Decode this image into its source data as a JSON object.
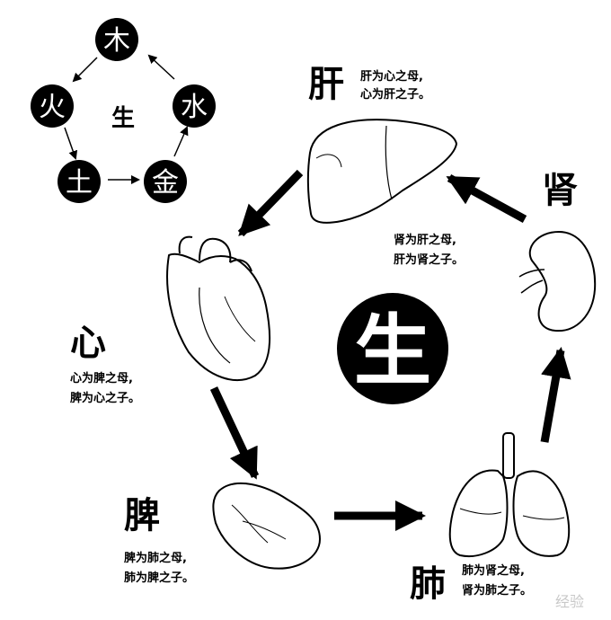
{
  "small_cycle": {
    "nodes": [
      "木",
      "水",
      "金",
      "土",
      "火"
    ],
    "center": "生"
  },
  "center_label": "生",
  "organs": {
    "liver": {
      "name": "肝",
      "line1": "肝为心之母,",
      "line2": "心为肝之子。"
    },
    "kidney": {
      "name": "肾",
      "line1": "肾为肝之母,",
      "line2": "肝为肾之子。"
    },
    "heart": {
      "name": "心",
      "line1": "心为脾之母,",
      "line2": "脾为心之子。"
    },
    "spleen": {
      "name": "脾",
      "line1": "脾为肺之母,",
      "line2": "肺为脾之子。"
    },
    "lung": {
      "name": "肺",
      "line1": "肺为肾之母,",
      "line2": "肾为肺之子。"
    }
  },
  "watermark": "经验",
  "colors": {
    "ink": "#000000",
    "paper": "#ffffff"
  }
}
